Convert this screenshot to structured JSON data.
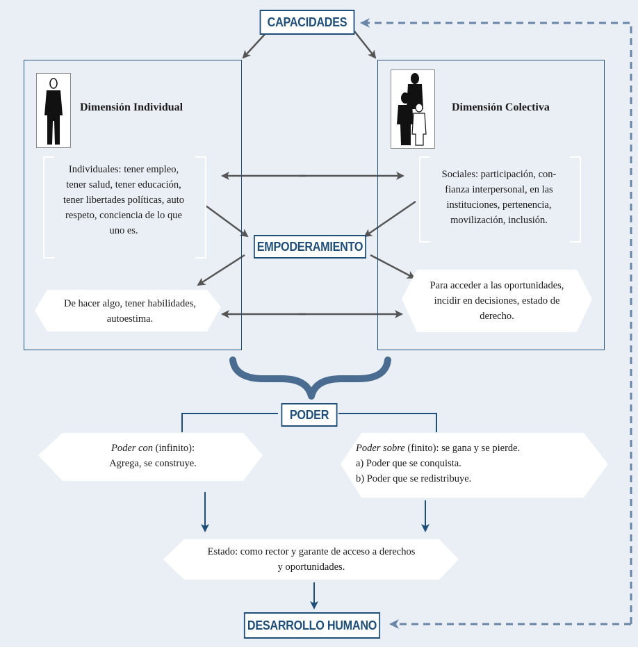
{
  "nodes": {
    "capacidades": "CAPACIDADES",
    "empoderamiento": "EMPODERAMIENTO",
    "poder": "PODER",
    "desarrollo": "DESARROLLO HUMANO"
  },
  "individual": {
    "title": "Dimensión Individual",
    "caps_lines": [
      "Individuales: tener empleo,",
      "tener salud, tener educación,",
      "tener libertades políticas, auto",
      "respeto, conciencia de lo que",
      "uno es."
    ],
    "result_lines": [
      "De hacer algo, tener habilidades,",
      "autoestima."
    ]
  },
  "colectiva": {
    "title": "Dimensión Colectiva",
    "caps_lines": [
      "Sociales: participación, con-",
      "fianza interpersonal, en las",
      "instituciones, pertenencia,",
      "movilización, inclusión."
    ],
    "result_lines": [
      "Para acceder a las oportunidades,",
      "incidir en decisiones, estado de",
      "derecho."
    ]
  },
  "poder_con": {
    "label": "Poder con",
    "suffix": " (infinito):",
    "line2": "Agrega, se construye."
  },
  "poder_sobre": {
    "label": "Poder sobre",
    "suffix": " (finito): se gana y se pierde.",
    "line2": "a) Poder que se conquista.",
    "line3": "b) Poder que se redistribuye."
  },
  "estado_lines": [
    "Estado: como rector y garante de acceso a derechos",
    "y oportunidades."
  ],
  "colors": {
    "navy": "#1f4e79",
    "arrow": "#555555",
    "dashed": "#6b85a8",
    "background": "#e9eff4"
  }
}
